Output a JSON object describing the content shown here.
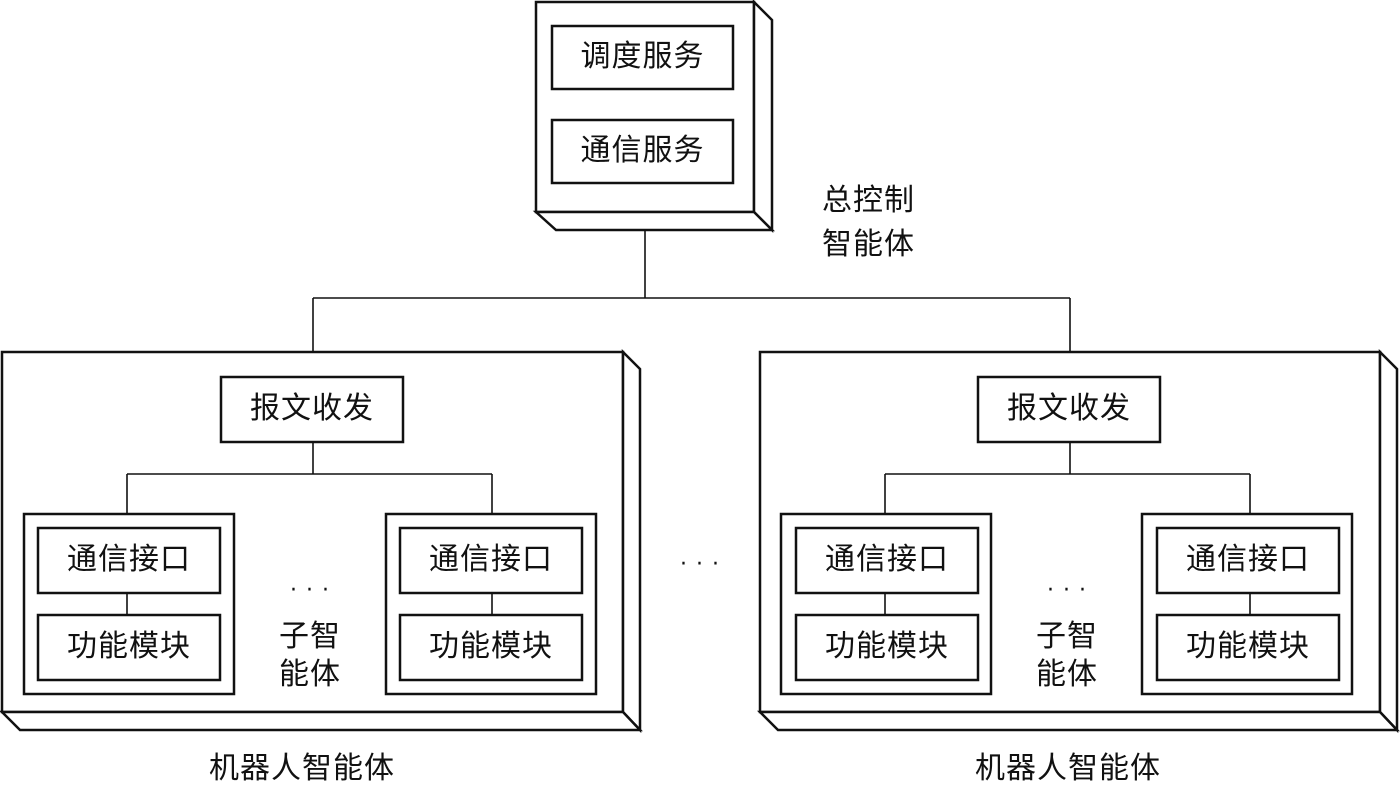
{
  "controller": {
    "scheduling_service": "调度服务",
    "communication_service": "通信服务",
    "label_line1": "总控制",
    "label_line2": "智能体"
  },
  "robots": [
    {
      "label": "机器人智能体",
      "messaging": "报文收发",
      "sub_agent_label_line1": "子智",
      "sub_agent_label_line2": "能体",
      "ellipsis": "· · ·",
      "modules": [
        {
          "interface": "通信接口",
          "function": "功能模块"
        },
        {
          "interface": "通信接口",
          "function": "功能模块"
        }
      ]
    },
    {
      "label": "机器人智能体",
      "messaging": "报文收发",
      "sub_agent_label_line1": "子智",
      "sub_agent_label_line2": "能体",
      "ellipsis": "· · ·",
      "modules": [
        {
          "interface": "通信接口",
          "function": "功能模块"
        },
        {
          "interface": "通信接口",
          "function": "功能模块"
        }
      ]
    }
  ],
  "between_robots_ellipsis": "· · ·"
}
